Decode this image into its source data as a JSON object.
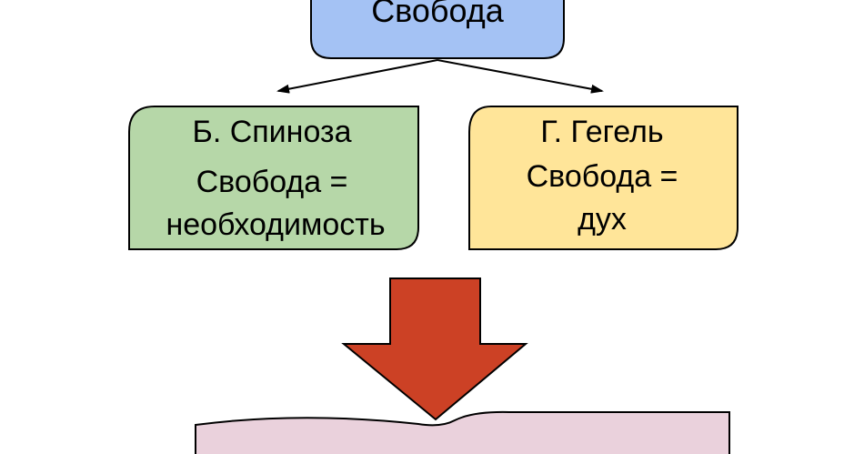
{
  "top_box": {
    "label": "Свобода",
    "fill": "#a4c2f4"
  },
  "left_box": {
    "line1": "Б. Спиноза",
    "line2": "Свобода =",
    "line3": "необходимость",
    "fill": "#b6d7a8"
  },
  "right_box": {
    "line1": "Г. Гегель",
    "line2": "Свобода =",
    "line3": "дух",
    "fill": "#ffe599"
  },
  "big_arrow": {
    "fill": "#cc4125"
  },
  "bottom_box": {
    "fill": "#ead1dc"
  },
  "outline_color": "#000000"
}
